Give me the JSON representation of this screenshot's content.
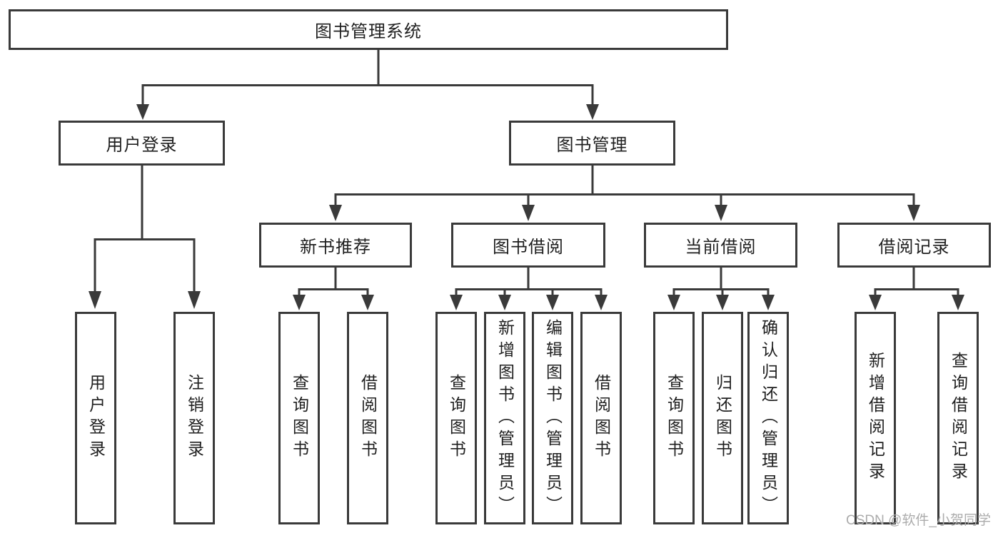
{
  "colors": {
    "line": "#3a3a3a",
    "text": "#1f1f1f",
    "box_bg": "#ffffff",
    "watermark": "#acacac"
  },
  "watermark": {
    "text": "CSDN @软件_小贺同学"
  },
  "tree": {
    "root": {
      "label": "图书管理系统"
    },
    "branches": [
      {
        "label": "用户登录",
        "children": [
          {
            "label": "用户登录"
          },
          {
            "label": "注销登录"
          }
        ]
      },
      {
        "label": "图书管理",
        "children": [
          {
            "label": "新书推荐",
            "children": [
              {
                "label": "查询图书"
              },
              {
                "label": "借阅图书"
              }
            ]
          },
          {
            "label": "图书借阅",
            "children": [
              {
                "label": "查询图书"
              },
              {
                "label": "新增图书（管理员）"
              },
              {
                "label": "编辑图书（管理员）"
              },
              {
                "label": "借阅图书"
              }
            ]
          },
          {
            "label": "当前借阅",
            "children": [
              {
                "label": "查询图书"
              },
              {
                "label": "归还图书"
              },
              {
                "label": "确认归还（管理员）"
              }
            ]
          },
          {
            "label": "借阅记录",
            "children": [
              {
                "label": "新增借阅记录"
              },
              {
                "label": "查询借阅记录"
              }
            ]
          }
        ]
      }
    ]
  }
}
